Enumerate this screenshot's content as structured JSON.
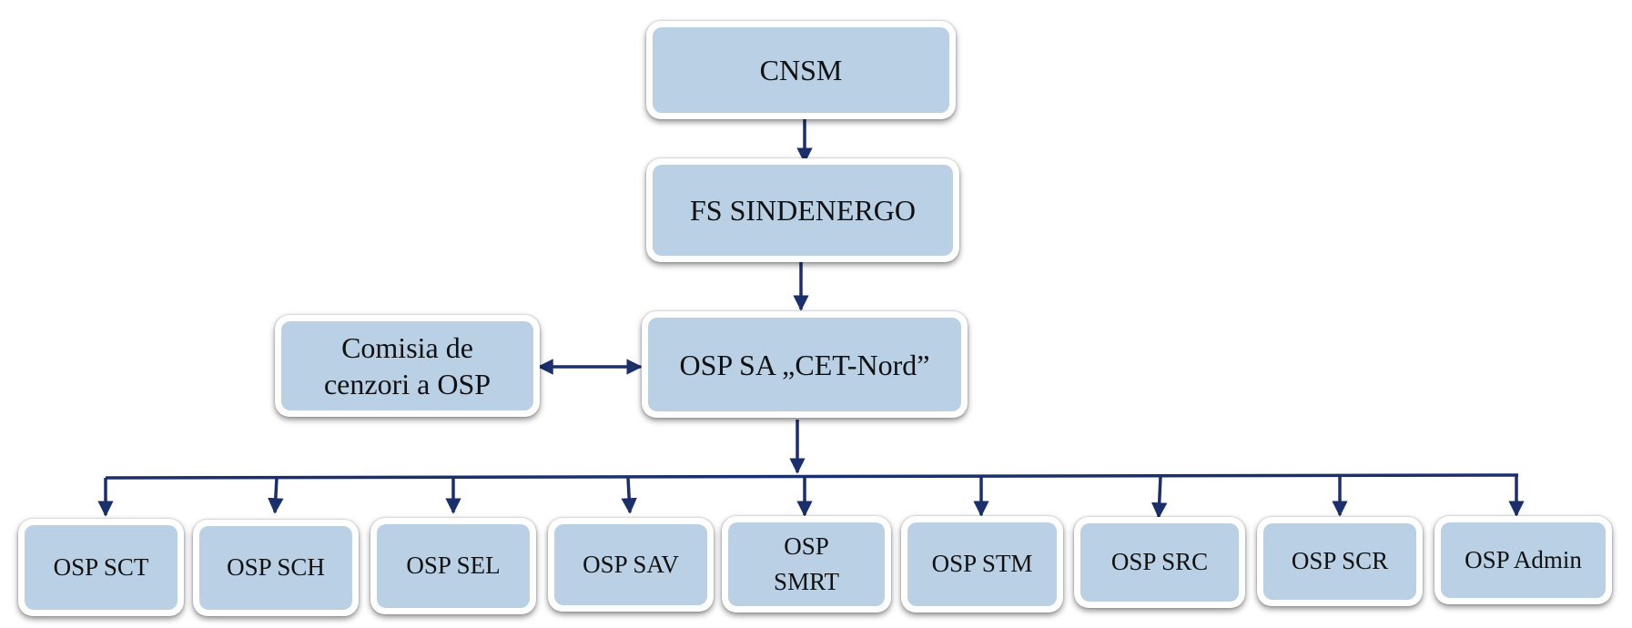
{
  "diagram": {
    "top": {
      "label": "CNSM"
    },
    "federation": {
      "label": "FS SINDENERGO"
    },
    "main": {
      "label": "OSP SA „CET-Nord”"
    },
    "audit": {
      "label": "Comisia de cenzori a OSP"
    },
    "units": [
      {
        "label": "OSP SCT"
      },
      {
        "label": "OSP SCH"
      },
      {
        "label": "OSP SEL"
      },
      {
        "label": "OSP SAV"
      },
      {
        "label": "OSP SMRT"
      },
      {
        "label": "OSP STM"
      },
      {
        "label": "OSP SRC"
      },
      {
        "label": "OSP SCR"
      },
      {
        "label": "OSP Admin"
      }
    ]
  },
  "colors": {
    "box_fill": "#b9d0e5",
    "connector": "#1a2f6b"
  }
}
